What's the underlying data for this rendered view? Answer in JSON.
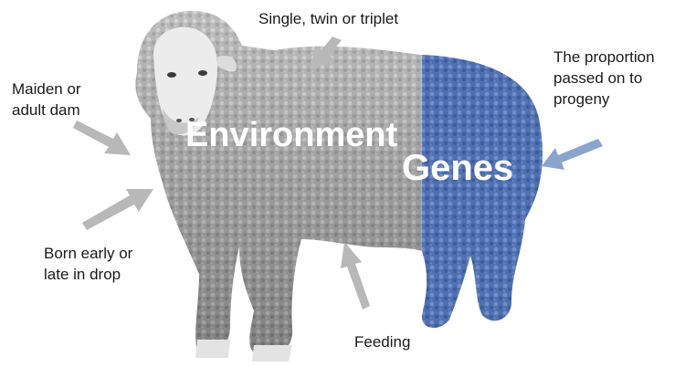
{
  "labels": {
    "litter_size": "Single, twin or triplet",
    "dam_age_line1": "Maiden or",
    "dam_age_line2": "adult dam",
    "birth_timing_line1": "Born early or",
    "birth_timing_line2": "late in drop",
    "feeding": "Feeding",
    "heritability_line1": "The proportion",
    "heritability_line2": "passed on to",
    "heritability_line3": "progeny"
  },
  "regions": {
    "environment": "Environment",
    "genes": "Genes"
  },
  "colors": {
    "wool_grey": "#a6a6a6",
    "genes_blue": "#5474b6",
    "environment_arrow": "#b8b8b8",
    "genes_arrow": "#8aa4cc"
  }
}
